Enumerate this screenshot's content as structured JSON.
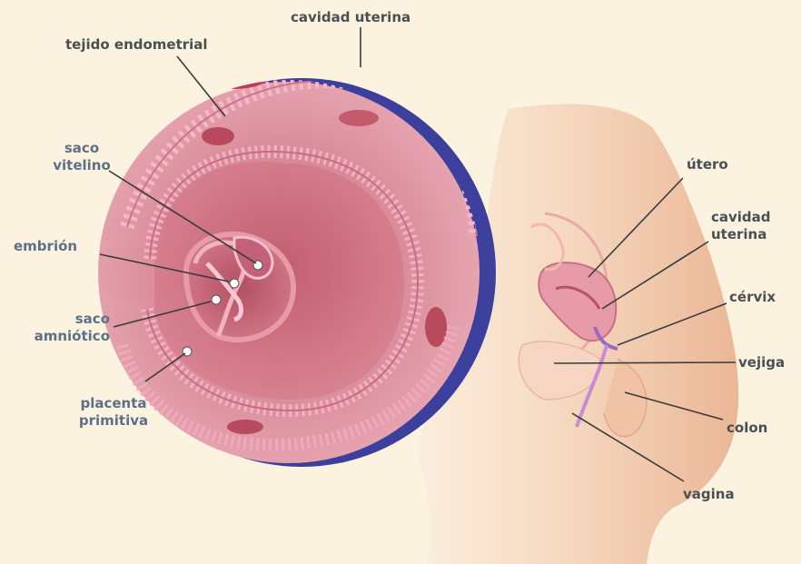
{
  "labels": {
    "cavidad_uterina_top": "cavidad uterina",
    "tejido_endometrial": "tejido endometrial",
    "saco_vitelino": [
      "saco",
      "vitelino"
    ],
    "embrion": "embrión",
    "saco_amniotico": [
      "saco",
      "amniótico"
    ],
    "placenta_primitiva": [
      "placenta",
      "primitiva"
    ],
    "utero": "útero",
    "cavidad_uterina_right": [
      "cavidad",
      "uterina"
    ],
    "cervix": "cérvix",
    "vejiga": "vejiga",
    "colon": "colon",
    "vagina": "vagina"
  },
  "colors": {
    "background": "#fbf3df",
    "label_text": "#4a4f52",
    "label_text_blue": "#5e7087",
    "leader_line": "#3a3a3a",
    "circle_rim": "#3b3f9e",
    "tissue": "#d88a96",
    "body_skin": "#f3cdb0"
  }
}
